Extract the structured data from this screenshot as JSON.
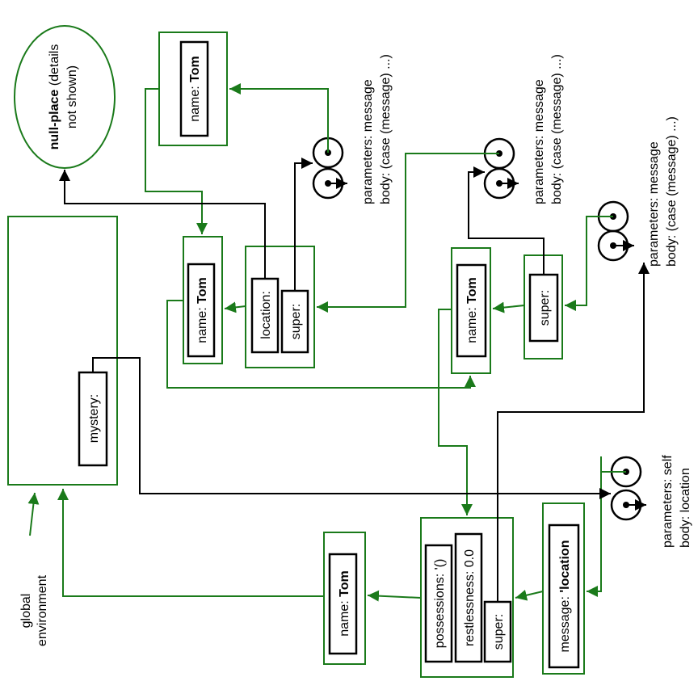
{
  "global_env_label": [
    "global",
    "environment"
  ],
  "null_place": {
    "title": "null-place",
    "rest": " (details",
    "line2": "not shown)"
  },
  "frames": {
    "global_binding": "mystery:",
    "top_name_key": "name: ",
    "top_name_val": "Tom",
    "mid_name_key": "name: ",
    "mid_name_val": "Tom",
    "mid_location": "location:",
    "mid_super": "super:",
    "right_name_key": "name: ",
    "right_name_val": "Tom",
    "right_super": "super:",
    "bottom_name_key": "name: ",
    "bottom_name_val": "Tom",
    "bottom_possessions": "possessions: '()",
    "bottom_restlessness": "restlessness: 0.0",
    "bottom_super": "super:",
    "message_key": "message: ",
    "message_val": "'location"
  },
  "procedures": [
    {
      "params": "parameters: message",
      "body": "body: (case (message) ...)"
    },
    {
      "params": "parameters: message",
      "body": "body: (case (message) ...)"
    },
    {
      "params": "parameters: message",
      "body": "body: (case (message) ...)"
    },
    {
      "params": "parameters: self",
      "body": "body: location"
    }
  ],
  "colors": {
    "frame": "#1a7a1a",
    "pointer": "#000000"
  }
}
